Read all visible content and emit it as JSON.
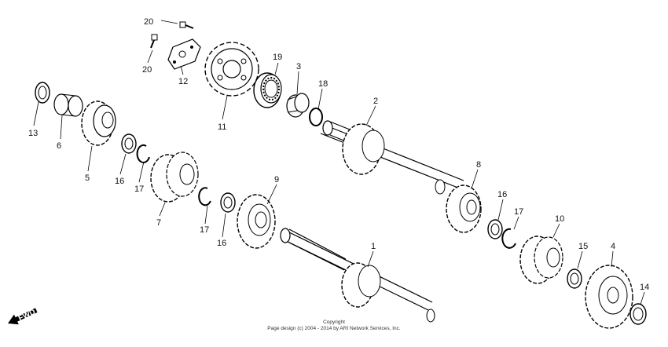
{
  "diagram": {
    "callouts": [
      "20",
      "20",
      "12",
      "11",
      "19",
      "3",
      "18",
      "13",
      "6",
      "5",
      "16",
      "17",
      "7",
      "17",
      "16",
      "9",
      "2",
      "8",
      "16",
      "17",
      "10",
      "15",
      "4",
      "14",
      "1"
    ],
    "fwd_label": "FWD",
    "copyright_line1": "Copyright",
    "copyright_line2": "Page design (c) 2004 - 2014 by ARI Network Services, Inc."
  }
}
